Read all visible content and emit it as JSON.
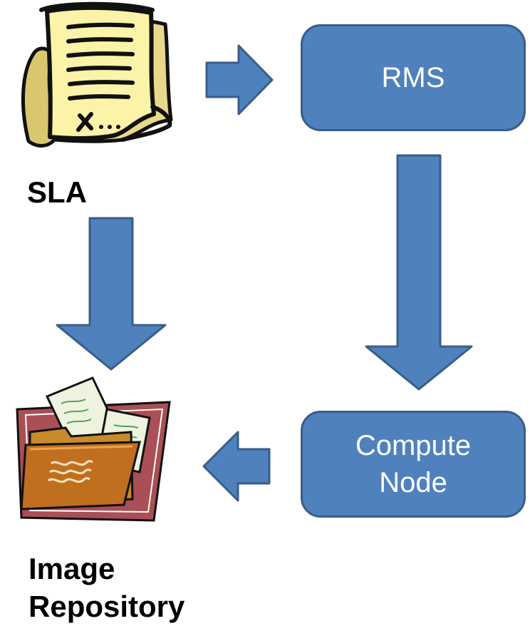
{
  "nodes": {
    "rms": {
      "label": "RMS"
    },
    "compute": {
      "line1": "Compute",
      "line2": "Node"
    }
  },
  "labels": {
    "sla": "SLA",
    "repository_line1": "Image",
    "repository_line2": "Repository"
  },
  "icons": {
    "sla": "document-scroll-icon",
    "repository": "folder-with-papers-icon"
  },
  "edges": [
    {
      "from": "sla",
      "to": "rms"
    },
    {
      "from": "rms",
      "to": "compute"
    },
    {
      "from": "compute",
      "to": "repository"
    },
    {
      "from": "sla",
      "to": "repository"
    }
  ],
  "colors": {
    "box_fill": "#4f81bd",
    "box_border": "#385d8a",
    "arrow_fill": "#4f81bd",
    "arrow_border": "#385d8a",
    "box_text": "#ffffff"
  }
}
